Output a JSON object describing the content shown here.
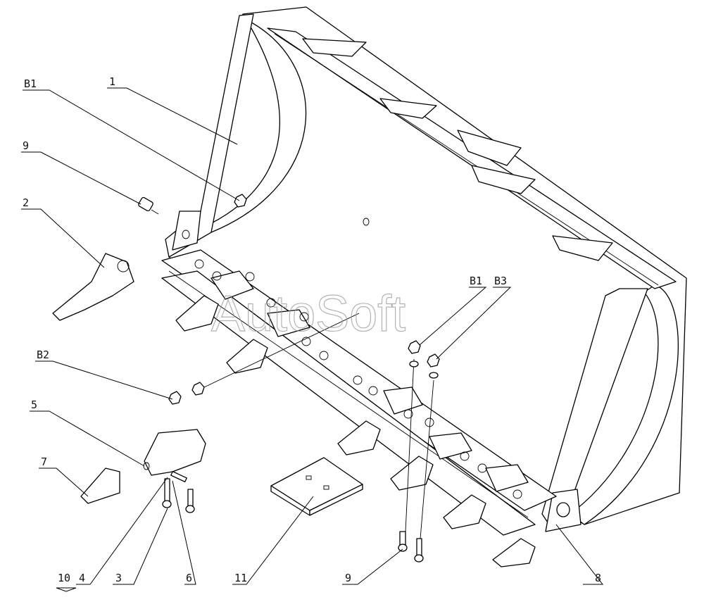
{
  "watermark": "AutoSoft",
  "callouts": {
    "part1": "1",
    "part2": "2",
    "part3": "3",
    "part4": "4",
    "part5": "5",
    "part6": "6",
    "part7": "7",
    "part8": "8",
    "part9_left": "9",
    "part9_bottom": "9",
    "part10": "10",
    "part11": "11",
    "b1_left": "B1",
    "b1_right": "B1",
    "b2": "B2",
    "b3": "B3"
  }
}
